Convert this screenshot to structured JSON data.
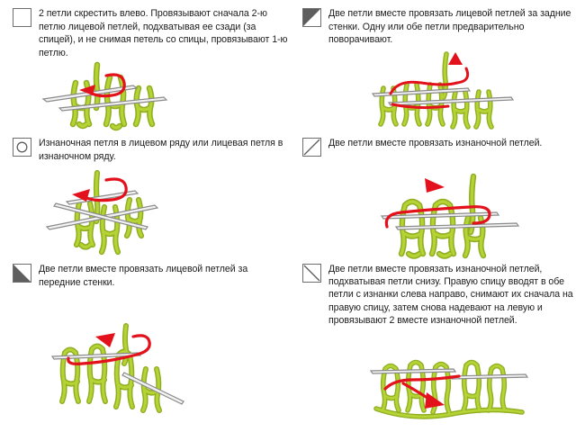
{
  "document": {
    "title": "Условные обозначения петель",
    "language": "ru",
    "background_color": "#ffffff",
    "text_color": "#1b1b1b"
  },
  "palette": {
    "yarn_fill": "#b5d334",
    "yarn_stroke": "#8fae21",
    "needle_fill": "#f2f2f2",
    "needle_stroke": "#8a8a8a",
    "arrow_red": "#e3111b",
    "symbol_border": "#6e6e6e",
    "symbol_fill_dark": "#5e5e5e"
  },
  "entries": [
    {
      "id": "cross-two-left",
      "position": "top-left",
      "symbol": {
        "name": "empty-square-symbol",
        "type": "square-empty",
        "description": "пустой квадрат"
      },
      "text": "2 петли скрестить влево. Провязывают сначала 2-ю петлю лицевой петлей, подхватывая ее сзади (за спицей), и не снимая петель со спицы, провязывают 1-ю петлю.",
      "illustration": {
        "name": "crossed-stitch-left-illustration",
        "stitch_count": 3,
        "needles": 2,
        "arrow_direction": "left"
      }
    },
    {
      "id": "knit-two-together-back-loops",
      "position": "top-right",
      "symbol": {
        "name": "square-upper-left-triangle-symbol",
        "type": "square-triangle-upper-left",
        "description": "квадрат с закрашенным верхним левым треугольником"
      },
      "text": "Две петли вместе провязать лицевой петлей за задние стенки. Одну или обе петли предварительно поворачивают.",
      "illustration": {
        "name": "knit-two-together-back-illustration",
        "stitch_count": 5,
        "needles": 2,
        "arrow_direction": "up-left"
      }
    },
    {
      "id": "purl-stitch",
      "position": "middle-left",
      "symbol": {
        "name": "square-with-circle-symbol",
        "type": "square-circle",
        "description": "квадрат с кружком"
      },
      "text": "Изнаночная петля в лицевом ряду или лицевая петля в изнаночном ряду.",
      "illustration": {
        "name": "purl-stitch-illustration",
        "stitch_count": 3,
        "needles": 2,
        "arrow_direction": "left"
      }
    },
    {
      "id": "purl-two-together",
      "position": "middle-right",
      "symbol": {
        "name": "square-diagonal-up-symbol",
        "type": "square-diagonal-up",
        "description": "квадрат с диагональю снизу слева вверх направо"
      },
      "text": "Две петли вместе провязать изнаночной петлей.",
      "illustration": {
        "name": "purl-two-together-illustration",
        "stitch_count": 3,
        "needles": 2,
        "arrow_direction": "left"
      }
    },
    {
      "id": "knit-two-together-front-loops",
      "position": "bottom-left",
      "symbol": {
        "name": "square-lower-left-triangle-symbol",
        "type": "square-triangle-lower-left",
        "description": "квадрат с закрашенным нижним левым треугольником"
      },
      "text": "Две петли вместе провязать лицевой петлей за передние стенки.",
      "illustration": {
        "name": "knit-two-together-front-illustration",
        "stitch_count": 4,
        "needles": 2,
        "arrow_direction": "left"
      }
    },
    {
      "id": "purl-two-together-from-below",
      "position": "bottom-right",
      "symbol": {
        "name": "square-diagonal-down-symbol",
        "type": "square-diagonal-down",
        "description": "квадрат с диагональю сверху слева вниз направо"
      },
      "text": "Две петли вместе провязать изнаночной петлей, подхватывая петли снизу. Правую спицу вводят в обе петли с изнанки слева направо, снимают их сначала на правую спицу, затем снова надевают на левую и провязывают 2 вместе изнаночной петлей.",
      "illustration": {
        "name": "purl-two-together-below-illustration",
        "stitch_count": 6,
        "needles": 2,
        "arrow_direction": "down-right"
      }
    }
  ]
}
